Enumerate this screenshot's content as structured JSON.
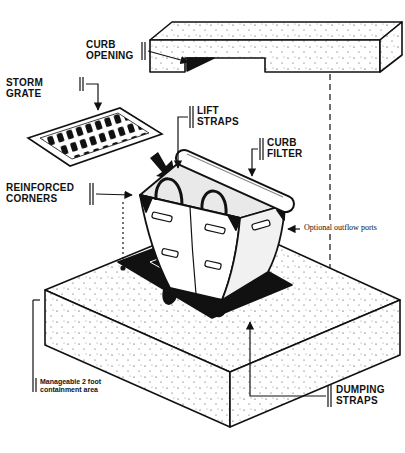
{
  "diagram": {
    "labels": [
      "CURB OPENING",
      "STORM GRATE",
      "LIFT STRAPS",
      "CURB FILTER",
      "REINFORCED CORNERS",
      "Optional outflow ports",
      "Manageable 2 foot containment area",
      "DUMPING STRAPS"
    ]
  }
}
